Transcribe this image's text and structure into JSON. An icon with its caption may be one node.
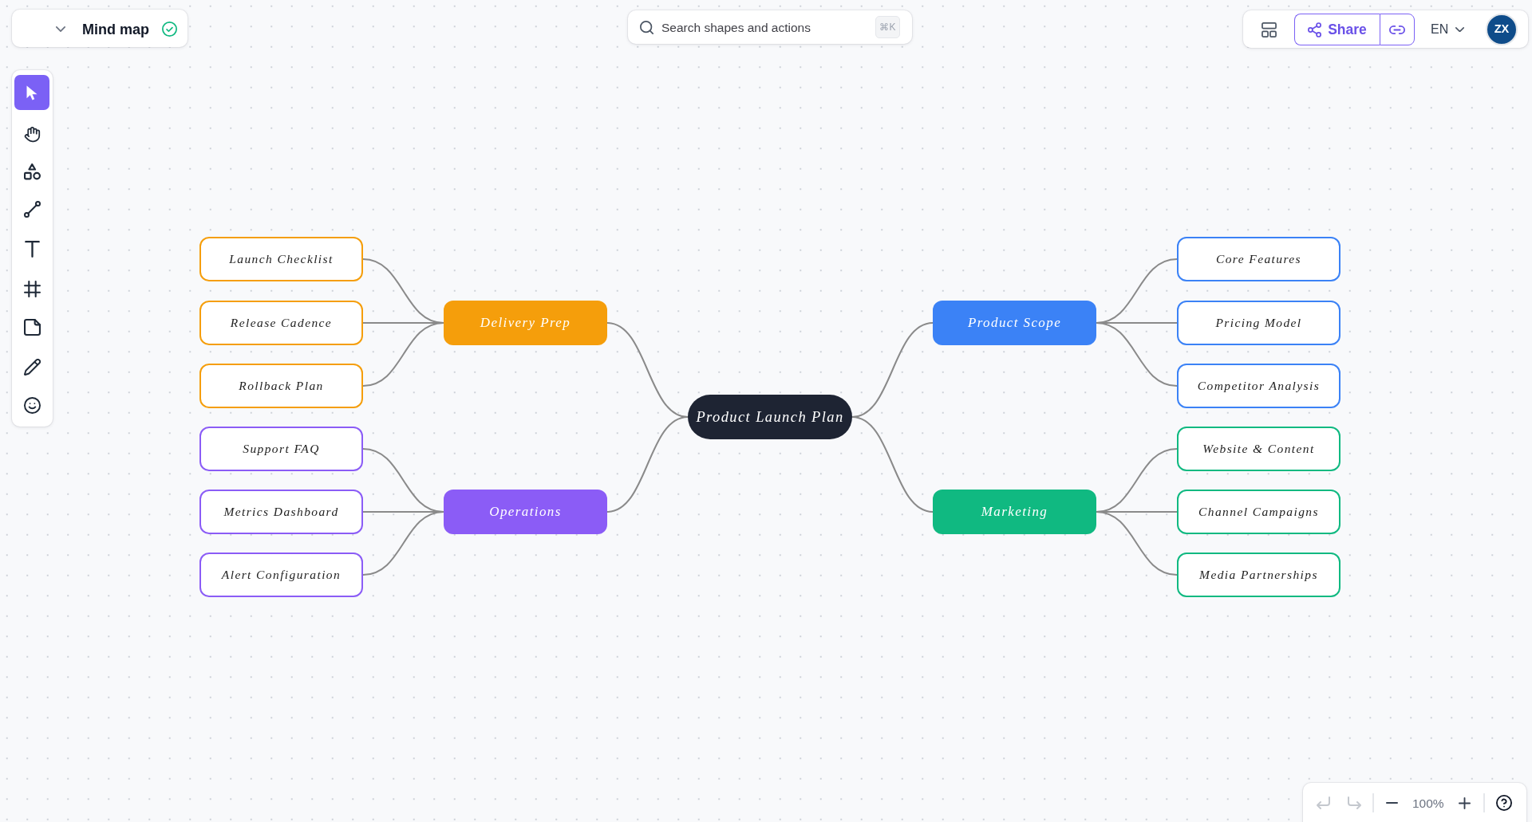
{
  "diagram": {
    "title": "Mind map",
    "nodes": [
      {
        "text": [
          "Product Launch Plan"
        ]
      },
      {
        "text": [
          "Delivery Prep"
        ]
      },
      {
        "text": [
          "Launch Checklist"
        ]
      },
      {
        "text": [
          "Release Cadence"
        ]
      },
      {
        "text": [
          "Rollback Plan"
        ]
      },
      {
        "text": [
          "Operations"
        ]
      },
      {
        "text": [
          "Support FAQ"
        ]
      },
      {
        "text": [
          "Metrics Dashboard"
        ]
      },
      {
        "text": [
          "Alert Configuration"
        ]
      },
      {
        "text": [
          "Product Scope"
        ]
      },
      {
        "text": [
          "Core Features"
        ]
      },
      {
        "text": [
          "Pricing Model"
        ]
      },
      {
        "text": [
          "Competitor Analysis"
        ]
      },
      {
        "text": [
          "Marketing"
        ]
      },
      {
        "text": [
          "Website & Content"
        ]
      },
      {
        "text": [
          "Channel Campaigns"
        ]
      },
      {
        "text": [
          "Media Partnerships"
        ]
      }
    ],
    "edges": [
      {
        "from": 0,
        "to": 1,
        "arrow": "none"
      },
      {
        "from": 1,
        "to": 2,
        "arrow": "none"
      },
      {
        "from": 1,
        "to": 3,
        "arrow": "none"
      },
      {
        "from": 1,
        "to": 4,
        "arrow": "none"
      },
      {
        "from": 0,
        "to": 5,
        "arrow": "none"
      },
      {
        "from": 5,
        "to": 6,
        "arrow": "none"
      },
      {
        "from": 5,
        "to": 7,
        "arrow": "none"
      },
      {
        "from": 5,
        "to": 8,
        "arrow": "none"
      },
      {
        "from": 0,
        "to": 9,
        "arrow": "none"
      },
      {
        "from": 9,
        "to": 10,
        "arrow": "none"
      },
      {
        "from": 9,
        "to": 11,
        "arrow": "none"
      },
      {
        "from": 9,
        "to": 12,
        "arrow": "none"
      },
      {
        "from": 0,
        "to": 13,
        "arrow": "none"
      },
      {
        "from": 13,
        "to": 14,
        "arrow": "none"
      },
      {
        "from": 13,
        "to": 15,
        "arrow": "none"
      },
      {
        "from": 13,
        "to": 16,
        "arrow": "none"
      }
    ],
    "labels": [
      "Search shapes and actions",
      "⌘K",
      "Share",
      "EN",
      "ZX",
      "100%"
    ]
  }
}
